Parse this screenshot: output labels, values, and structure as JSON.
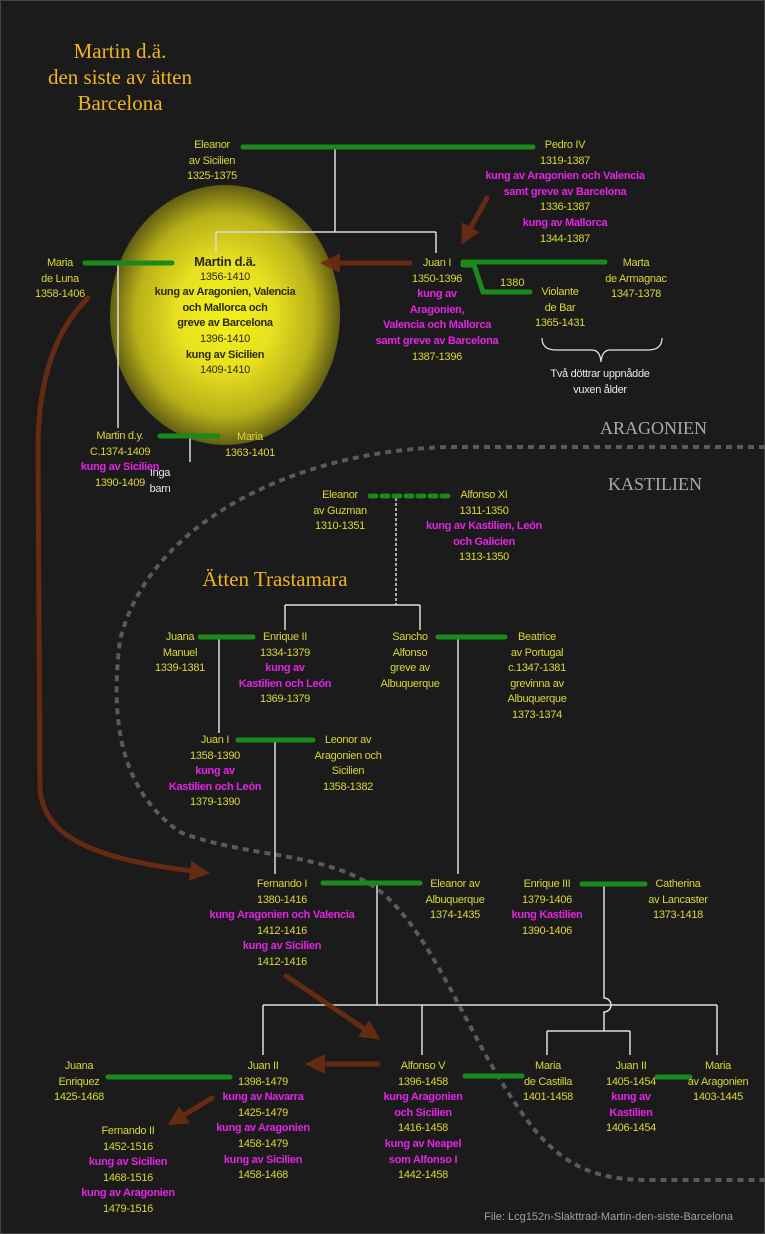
{
  "title": {
    "lines": [
      "Martin d.ä.",
      "den siste av ätten",
      "Barcelona"
    ]
  },
  "dynasty_label": "Ätten Trastamara",
  "regions": {
    "aragon": "ARAGONIEN",
    "castile": "KASTILIEN"
  },
  "marriage_year": "1380",
  "daughters_note": [
    "Två döttrar uppnådde",
    "vuxen ålder"
  ],
  "no_children_note": [
    "Inga",
    "barn"
  ],
  "file_label": "File: Lcg152n-Slakttrad-Martin-den-siste-Barcelona",
  "colors": {
    "background": "#1b1b1b",
    "name_text": "#d8d838",
    "title_text": "#e424e4",
    "marriage_line": "#1a8a1a",
    "arrow": "#6e2c12",
    "border_dots": "#5a5a5a",
    "heading": "#f0b420"
  },
  "people": {
    "eleanor_sicilien": [
      {
        "t": "Eleanor"
      },
      {
        "t": "av Sicilien"
      },
      {
        "t": "1325-1375"
      }
    ],
    "pedro_iv": [
      {
        "t": "Pedro IV"
      },
      {
        "t": "1319-1387"
      },
      {
        "t": "kung av Aragonien  och Valencia",
        "m": true
      },
      {
        "t": "samt greve av Barcelona",
        "m": true
      },
      {
        "t": "1336-1387"
      },
      {
        "t": "kung av Mallorca",
        "m": true
      },
      {
        "t": "1344-1387"
      }
    ],
    "maria_luna": [
      {
        "t": "Maria"
      },
      {
        "t": "de Luna"
      },
      {
        "t": "1358-1406"
      }
    ],
    "martin_da": [
      {
        "t": "Martin d.ä."
      },
      {
        "t": "1356-1410"
      },
      {
        "t": "kung av Aragonien, Valencia",
        "m": true
      },
      {
        "t": "och Mallorca och",
        "m": true
      },
      {
        "t": "greve av Barcelona",
        "m": true
      },
      {
        "t": "1396-1410"
      },
      {
        "t": "kung av Sicilien",
        "m": true
      },
      {
        "t": "1409-1410"
      }
    ],
    "juan_i_aragon": [
      {
        "t": "Juan I"
      },
      {
        "t": "1350-1396"
      },
      {
        "t": "kung av",
        "m": true
      },
      {
        "t": "Aragonien,",
        "m": true
      },
      {
        "t": "Valencia och Mallorca",
        "m": true
      },
      {
        "t": "samt greve av Barcelona",
        "m": true
      },
      {
        "t": "1387-1396"
      }
    ],
    "marta_armagnac": [
      {
        "t": "Marta"
      },
      {
        "t": "de Armagnac"
      },
      {
        "t": "1347-1378"
      }
    ],
    "violante_bar": [
      {
        "t": "Violante"
      },
      {
        "t": "de Bar"
      },
      {
        "t": "1365-1431"
      }
    ],
    "martin_dy": [
      {
        "t": "Martin d.y."
      },
      {
        "t": "C.1374-1409"
      },
      {
        "t": "kung av Sicilien",
        "m": true
      },
      {
        "t": "1390-1409"
      }
    ],
    "maria_1363": [
      {
        "t": "Maria"
      },
      {
        "t": "1363-1401"
      }
    ],
    "eleanor_guzman": [
      {
        "t": "Eleanor"
      },
      {
        "t": "av Guzman"
      },
      {
        "t": "1310-1351"
      }
    ],
    "alfonso_xi": [
      {
        "t": "Alfonso XI"
      },
      {
        "t": "1311-1350"
      },
      {
        "t": "kung av Kastilien, León",
        "m": true
      },
      {
        "t": "och Galicien",
        "m": true
      },
      {
        "t": "1313-1350"
      }
    ],
    "juana_manuel": [
      {
        "t": "Juana"
      },
      {
        "t": "Manuel"
      },
      {
        "t": "1339-1381"
      }
    ],
    "enrique_ii": [
      {
        "t": "Enrique II"
      },
      {
        "t": "1334-1379"
      },
      {
        "t": "kung av",
        "m": true
      },
      {
        "t": "Kastilien och León",
        "m": true
      },
      {
        "t": "1369-1379"
      }
    ],
    "sancho_alfonso": [
      {
        "t": "Sancho"
      },
      {
        "t": "Alfonso"
      },
      {
        "t": "greve av"
      },
      {
        "t": "Albuquerque"
      }
    ],
    "beatrice_portugal": [
      {
        "t": "Beatrice"
      },
      {
        "t": "av Portugal"
      },
      {
        "t": "c.1347-1381"
      },
      {
        "t": "grevinna av"
      },
      {
        "t": "Albuquerque"
      },
      {
        "t": "1373-1374"
      }
    ],
    "juan_i_castilla": [
      {
        "t": "Juan I"
      },
      {
        "t": "1358-1390"
      },
      {
        "t": "kung av",
        "m": true
      },
      {
        "t": "Kastilien och León",
        "m": true
      },
      {
        "t": "1379-1390"
      }
    ],
    "leonor_aragon": [
      {
        "t": "Leonor  av"
      },
      {
        "t": "Aragonien och"
      },
      {
        "t": "Sicilien"
      },
      {
        "t": "1358-1382"
      }
    ],
    "fernando_i": [
      {
        "t": "Fernando I"
      },
      {
        "t": "1380-1416"
      },
      {
        "t": "kung Aragonien och Valencia",
        "m": true
      },
      {
        "t": "1412-1416"
      },
      {
        "t": "kung av Sicilien",
        "m": true
      },
      {
        "t": "1412-1416"
      }
    ],
    "eleanor_albuquerque": [
      {
        "t": "Eleanor av"
      },
      {
        "t": "Albuquerque"
      },
      {
        "t": "1374-1435"
      }
    ],
    "enrique_iii": [
      {
        "t": "Enrique III"
      },
      {
        "t": "1379-1406"
      },
      {
        "t": "kung Kastilien",
        "m": true
      },
      {
        "t": "1390-1406"
      }
    ],
    "catherina_lancaster": [
      {
        "t": "Catherina"
      },
      {
        "t": "av Lancaster"
      },
      {
        "t": "1373-1418"
      }
    ],
    "juana_enriquez": [
      {
        "t": "Juana"
      },
      {
        "t": "Enriquez"
      },
      {
        "t": "1425-1468"
      }
    ],
    "juan_ii_aragon": [
      {
        "t": "Juan II"
      },
      {
        "t": "1398-1479"
      },
      {
        "t": "kung av Navarra",
        "m": true
      },
      {
        "t": "1425-1479"
      },
      {
        "t": "kung av Aragonien",
        "m": true
      },
      {
        "t": "1458-1479"
      },
      {
        "t": "kung av Sicilien",
        "m": true
      },
      {
        "t": "1458-1468"
      }
    ],
    "fernando_ii": [
      {
        "t": "Fernando II"
      },
      {
        "t": "1452-1516"
      },
      {
        "t": "kung av Sicilien",
        "m": true
      },
      {
        "t": "1468-1516"
      },
      {
        "t": "kung av Aragonien",
        "m": true
      },
      {
        "t": "1479-1516"
      }
    ],
    "alfonso_v": [
      {
        "t": "Alfonso V"
      },
      {
        "t": "1396-1458"
      },
      {
        "t": "kung Aragonien",
        "m": true
      },
      {
        "t": "och Sicilien",
        "m": true
      },
      {
        "t": "1416-1458"
      },
      {
        "t": "kung av Neapel",
        "m": true
      },
      {
        "t": "som Alfonso I",
        "m": true
      },
      {
        "t": "1442-1458"
      }
    ],
    "maria_castilla": [
      {
        "t": "Maria"
      },
      {
        "t": "de Castilla"
      },
      {
        "t": "1401-1458"
      }
    ],
    "juan_ii_castilla": [
      {
        "t": "Juan II"
      },
      {
        "t": "1405-1454"
      },
      {
        "t": "kung av",
        "m": true
      },
      {
        "t": "Kastilien",
        "m": true
      },
      {
        "t": "1406-1454"
      }
    ],
    "maria_aragon": [
      {
        "t": "Maria"
      },
      {
        "t": "av Aragonien"
      },
      {
        "t": "1403-1445"
      }
    ]
  }
}
